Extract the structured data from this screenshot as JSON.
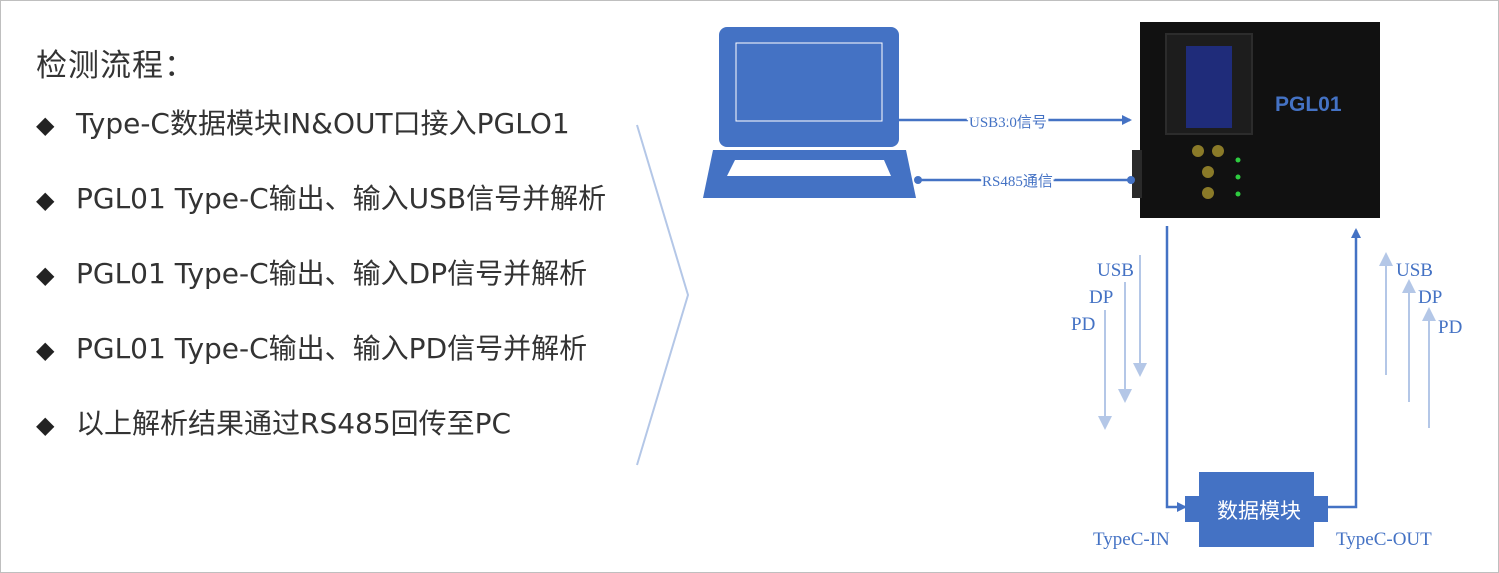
{
  "title": "检测流程：",
  "steps": [
    "Type-C数据模块IN&OUT口接入PGLO1",
    "PGL01 Type-C输出、输入USB信号并解析",
    "PGL01 Type-C输出、输入DP信号并解析",
    "PGL01 Type-C输出、输入PD信号并解析",
    "以上解析结果通过RS485回传至PC"
  ],
  "bullet": "◆",
  "device_label": "PGL01",
  "links": {
    "usb": "USB3.0信号",
    "rs485": "RS485通信"
  },
  "module_label": "数据模块",
  "port_in": "TypeC-IN",
  "port_out": "TypeC-OUT",
  "signals_in": [
    "USB",
    "DP",
    "PD"
  ],
  "signals_out": [
    "USB",
    "DP",
    "PD"
  ],
  "colors": {
    "accent": "#4472c4",
    "light_accent": "#b4c7e7",
    "text": "#333333",
    "device": "#111111"
  }
}
